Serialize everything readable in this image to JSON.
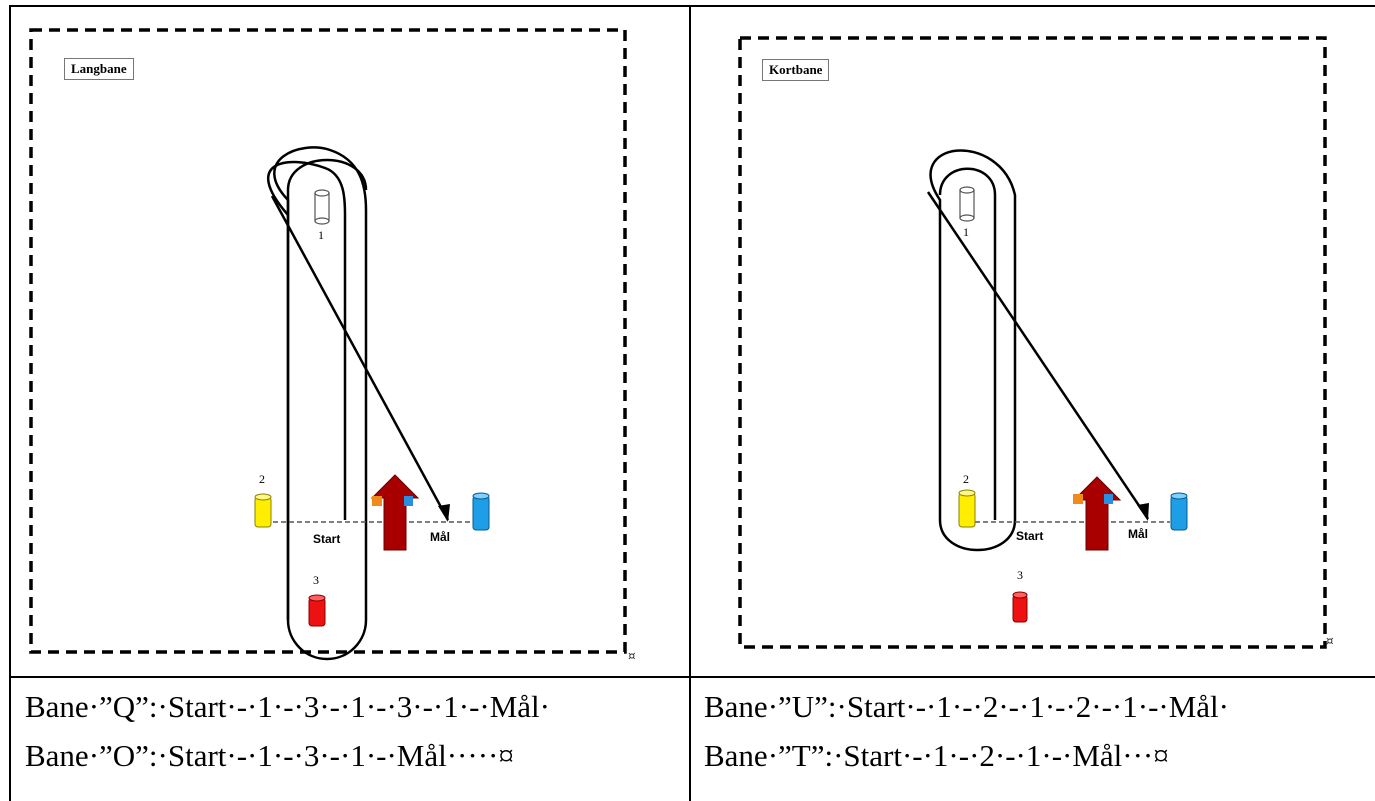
{
  "panels": [
    {
      "title": "Langbane",
      "pylons": [
        "1",
        "2",
        "3"
      ],
      "start_label": "Start",
      "finish_label": "Mål",
      "routes": [
        "Bane·”Q”:·Start·-·1·-·3·-·1·-·3·-·1·-·Mål·",
        "Bane·”O”:·Start·-·1·-·3·-·1·-·Mål·····¤"
      ]
    },
    {
      "title": "Kortbane",
      "pylons": [
        "1",
        "2",
        "3"
      ],
      "start_label": "Start",
      "finish_label": "Mål",
      "routes": [
        "Bane·”U”:·Start·-·1·-·2·-·1·-·2·-·1·-·Mål·",
        "Bane·”T”:·Start·-·1·-·2·-·1·-·Mål···¤"
      ]
    }
  ],
  "cell_marker": "¤",
  "colors": {
    "pylon_1": "#ffffff",
    "pylon_2": "#ffee00",
    "pylon_3": "#ee1111",
    "finish_pylon": "#1e9ee6",
    "wind_arrow": "#a80000",
    "start_marker": "#f08a1c",
    "finish_marker": "#2a8fe0"
  }
}
